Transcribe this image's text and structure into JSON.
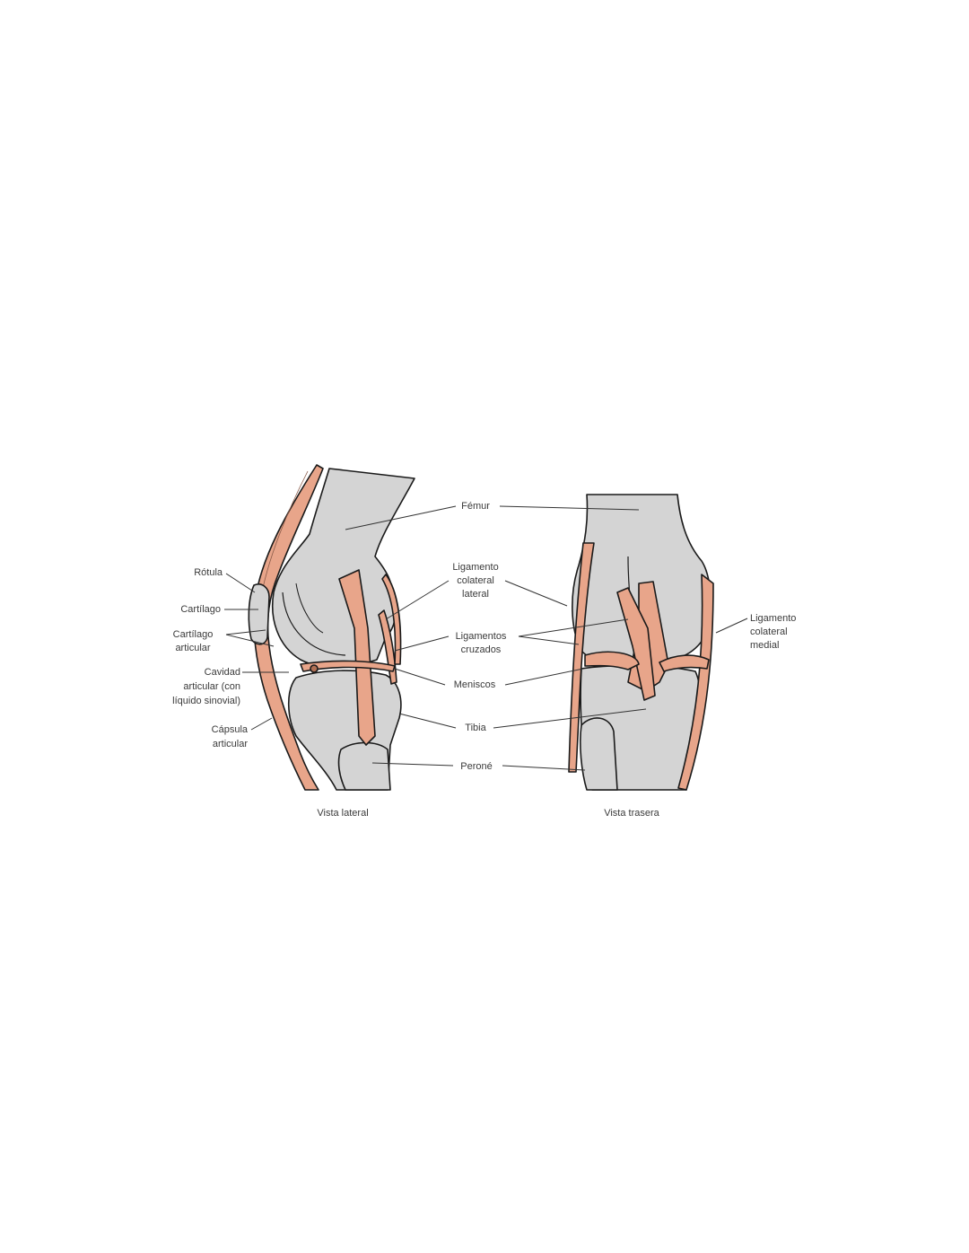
{
  "diagram": {
    "colors": {
      "bone": "#d4d4d4",
      "ligament": "#e8a58a",
      "outline": "#1a1a1a",
      "leader": "#333333",
      "text": "#3a3a3a"
    },
    "views": [
      {
        "id": "lateral",
        "caption": "Vista lateral"
      },
      {
        "id": "posterior",
        "caption": "Vista trasera"
      }
    ],
    "left_labels": {
      "rotula": "Rótula",
      "cartilago": "Cartílago",
      "cartilago_articular_1": "Cartílago",
      "cartilago_articular_2": "articular",
      "cavidad_1": "Cavidad",
      "cavidad_2": "articular (con",
      "cavidad_3": "líquido sinovial)",
      "capsula_1": "Cápsula",
      "capsula_2": "articular"
    },
    "center_labels": {
      "femur": "Fémur",
      "lcl_1": "Ligamento",
      "lcl_2": "colateral",
      "lcl_3": "lateral",
      "cruzados_1": "Ligamentos",
      "cruzados_2": "cruzados",
      "meniscos": "Meniscos",
      "tibia": "Tibia",
      "perone": "Peroné"
    },
    "right_labels": {
      "mcl_1": "Ligamento",
      "mcl_2": "colateral",
      "mcl_3": "medial"
    }
  }
}
